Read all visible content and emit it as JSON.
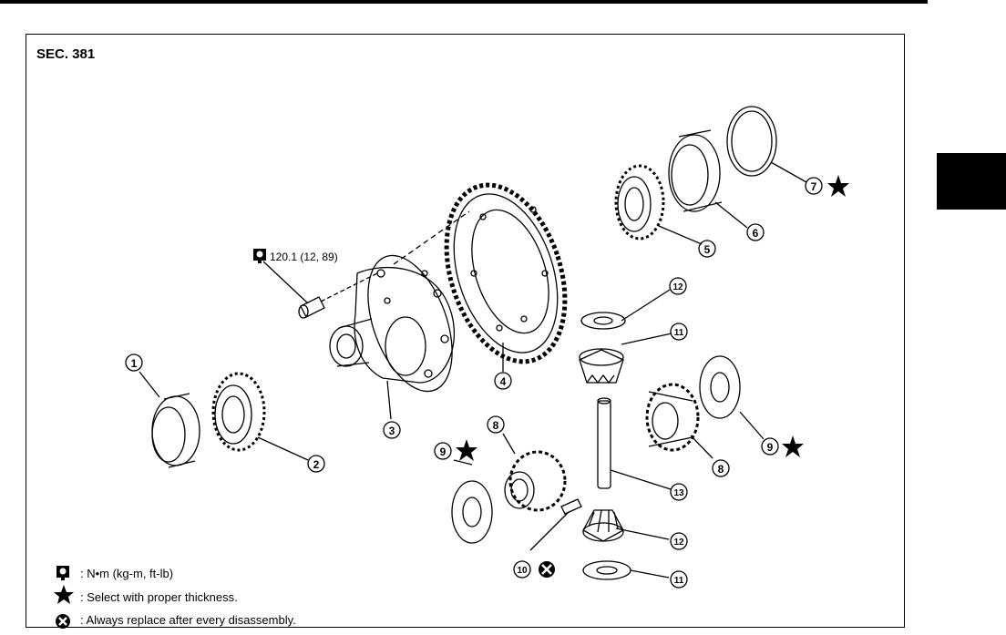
{
  "section_label": "SEC. 381",
  "torque_spec": "120.1 (12, 89)",
  "legend": {
    "torque": ": N•m  (kg-m,  ft-lb)",
    "select": ": Select with proper thickness.",
    "replace": ": Always replace after every disassembly."
  },
  "callouts": [
    "1",
    "2",
    "3",
    "4",
    "5",
    "6",
    "7",
    "8",
    "8",
    "9",
    "9",
    "10",
    "11",
    "11",
    "12",
    "12",
    "13"
  ],
  "colors": {
    "ink": "#000000",
    "paper": "#ffffff"
  }
}
